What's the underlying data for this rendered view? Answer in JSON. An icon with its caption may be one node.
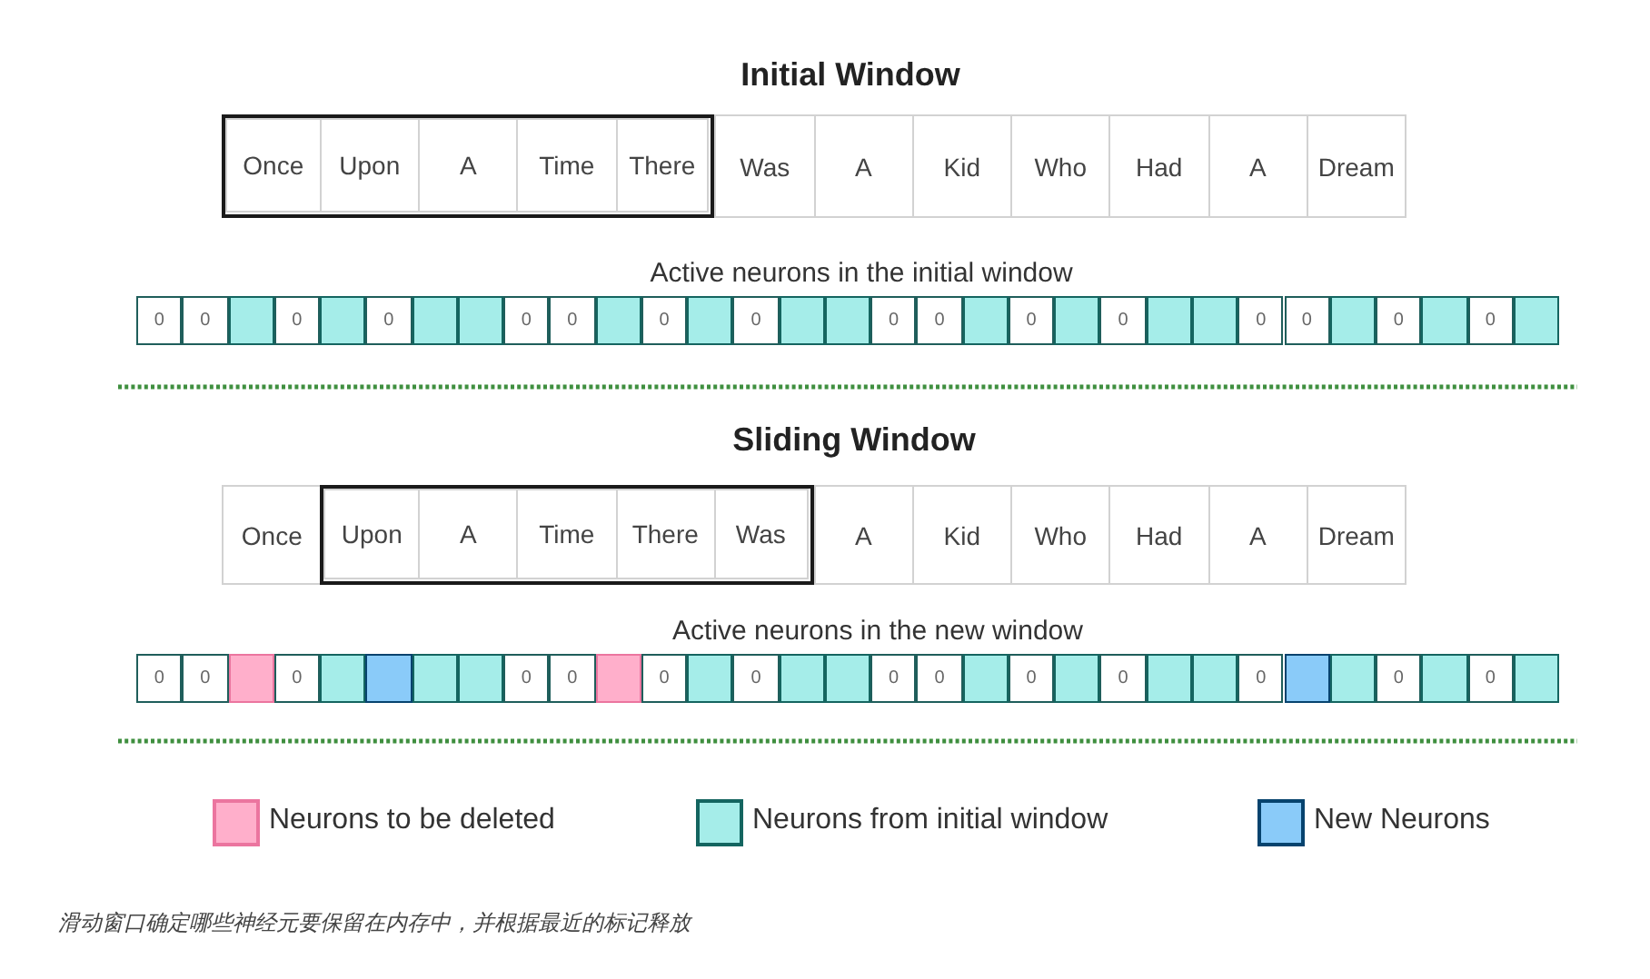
{
  "diagram": {
    "caption": "滑动窗口确定哪些神经元要保留在内存中，并根据最近的标记释放",
    "nodes": [
      {
        "text": [],
        "shape": "box"
      },
      {
        "text": [
          "Once"
        ],
        "in": 0
      },
      {
        "text": [
          "Upon"
        ],
        "in": 0
      },
      {
        "text": [
          "A"
        ],
        "in": 0
      },
      {
        "text": [
          "Time"
        ],
        "in": 0
      },
      {
        "text": [
          "There"
        ],
        "in": 0
      },
      {
        "text": [
          "Was"
        ]
      },
      {
        "text": [
          "A"
        ]
      },
      {
        "text": [
          "Kid"
        ]
      },
      {
        "text": [
          "Who"
        ]
      },
      {
        "text": [
          "Had"
        ]
      },
      {
        "text": [
          "A"
        ]
      },
      {
        "text": [
          "Dream"
        ]
      },
      {
        "text": [
          "0"
        ]
      },
      {
        "text": [
          "0"
        ]
      },
      {
        "text": [],
        "shape": "box"
      },
      {
        "text": [
          "0"
        ]
      },
      {
        "text": [],
        "shape": "box"
      },
      {
        "text": [
          "0"
        ]
      },
      {
        "text": [],
        "shape": "box"
      },
      {
        "text": [],
        "shape": "box"
      },
      {
        "text": [
          "0"
        ]
      },
      {
        "text": [
          "0"
        ]
      },
      {
        "text": [],
        "shape": "box"
      },
      {
        "text": [
          "0"
        ]
      },
      {
        "text": [],
        "shape": "box"
      },
      {
        "text": [
          "0"
        ]
      },
      {
        "text": [],
        "shape": "box"
      },
      {
        "text": [],
        "shape": "box"
      },
      {
        "text": [
          "0"
        ]
      },
      {
        "text": [
          "0"
        ]
      },
      {
        "text": [],
        "shape": "box"
      },
      {
        "text": [
          "0"
        ]
      },
      {
        "text": [],
        "shape": "box"
      },
      {
        "text": [
          "0"
        ]
      },
      {
        "text": [],
        "shape": "box"
      },
      {
        "text": [],
        "shape": "box"
      },
      {
        "text": [
          "0"
        ]
      },
      {
        "text": [
          "0"
        ]
      },
      {
        "text": [],
        "shape": "box"
      },
      {
        "text": [
          "0"
        ]
      },
      {
        "text": [],
        "shape": "box"
      },
      {
        "text": [
          "0"
        ]
      },
      {
        "text": [],
        "shape": "box"
      },
      {
        "text": [
          "Once"
        ]
      },
      {
        "text": [],
        "shape": "box"
      },
      {
        "text": [
          "Upon"
        ],
        "in": 45
      },
      {
        "text": [
          "A"
        ],
        "in": 45
      },
      {
        "text": [
          "Time"
        ],
        "in": 45
      },
      {
        "text": [
          "There"
        ],
        "in": 45
      },
      {
        "text": [
          "Was"
        ],
        "in": 45
      },
      {
        "text": [
          "A"
        ]
      },
      {
        "text": [
          "Kid"
        ]
      },
      {
        "text": [
          "Who"
        ]
      },
      {
        "text": [
          "Had"
        ]
      },
      {
        "text": [
          "A"
        ]
      },
      {
        "text": [
          "Dream"
        ]
      },
      {
        "text": [
          "0"
        ]
      },
      {
        "text": [
          "0"
        ]
      },
      {
        "text": [],
        "shape": "box"
      },
      {
        "text": [
          "0"
        ]
      },
      {
        "text": [],
        "shape": "box"
      },
      {
        "text": [],
        "shape": "box"
      },
      {
        "text": [],
        "shape": "box"
      },
      {
        "text": [],
        "shape": "box"
      },
      {
        "text": [
          "0"
        ]
      },
      {
        "text": [
          "0"
        ]
      },
      {
        "text": [],
        "shape": "box"
      },
      {
        "text": [
          "0"
        ]
      },
      {
        "text": [],
        "shape": "box"
      },
      {
        "text": [
          "0"
        ]
      },
      {
        "text": [],
        "shape": "box"
      },
      {
        "text": [],
        "shape": "box"
      },
      {
        "text": [
          "0"
        ]
      },
      {
        "text": [
          "0"
        ]
      },
      {
        "text": [],
        "shape": "box"
      },
      {
        "text": [
          "0"
        ]
      },
      {
        "text": [],
        "shape": "box"
      },
      {
        "text": [
          "0"
        ]
      },
      {
        "text": [],
        "shape": "box"
      },
      {
        "text": [],
        "shape": "box"
      },
      {
        "text": [
          "0"
        ]
      },
      {
        "text": [],
        "shape": "box"
      },
      {
        "text": [],
        "shape": "box"
      },
      {
        "text": [
          "0"
        ]
      },
      {
        "text": [],
        "shape": "box"
      },
      {
        "text": [
          "0"
        ]
      },
      {
        "text": [],
        "shape": "box"
      }
    ],
    "labels": [
      "Initial Window",
      "Active neurons in the initial window",
      "Sliding Window",
      "Active neurons in the new window"
    ],
    "legend": [
      {
        "text": "Neurons to be deleted",
        "color": "#ffafcb"
      },
      {
        "text": "Neurons from initial window",
        "color": "#a5ede9"
      },
      {
        "text": "New Neurons",
        "color": "#8acbf9"
      }
    ]
  }
}
